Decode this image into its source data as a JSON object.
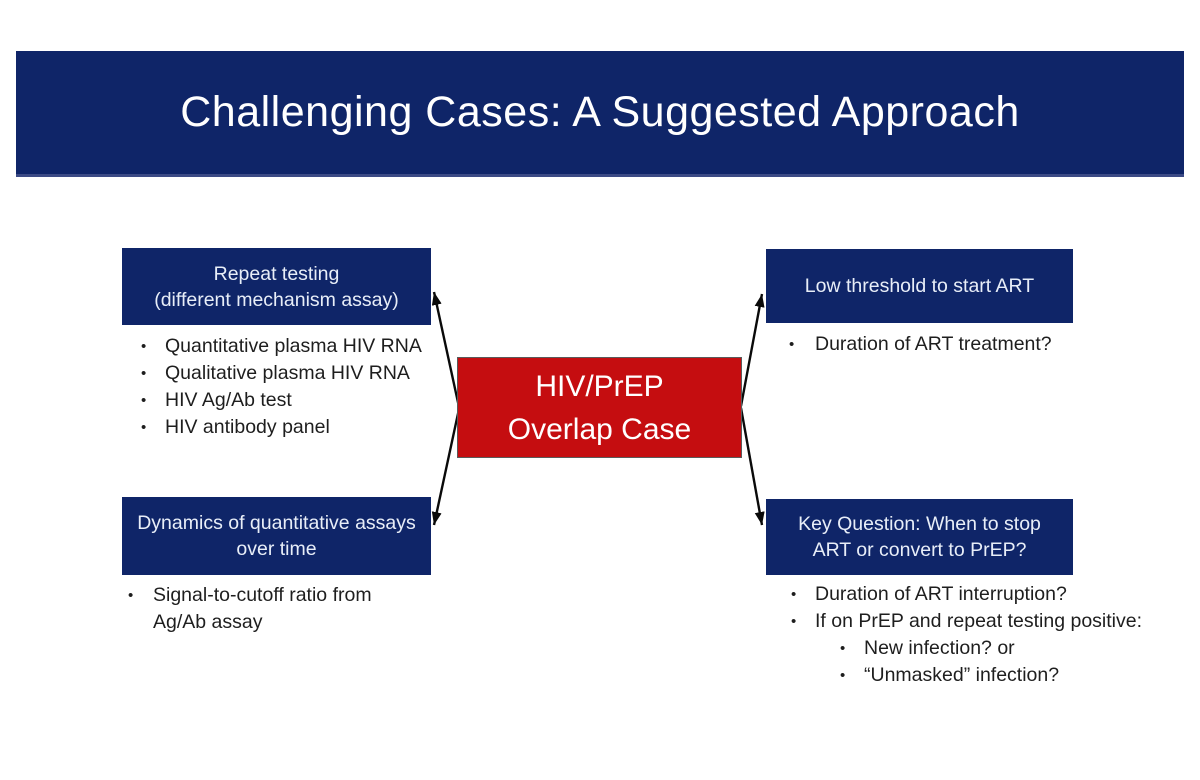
{
  "title": "Challenging Cases: A Suggested Approach",
  "center_box": {
    "line1": "HIV/PrEP",
    "line2": "Overlap Case"
  },
  "quadrants": {
    "top_left": {
      "header_line1": "Repeat testing",
      "header_line2": "(different mechanism assay)",
      "bullets": [
        "Quantitative plasma HIV RNA",
        "Qualitative plasma HIV RNA",
        "HIV Ag/Ab test",
        "HIV antibody panel"
      ]
    },
    "top_right": {
      "header_line1": "Low threshold to start ART",
      "bullets": [
        "Duration of ART treatment?"
      ]
    },
    "bottom_left": {
      "header_line1": "Dynamics of quantitative assays",
      "header_line2": "over time",
      "bullets": [
        "Signal-to-cutoff ratio from Ag/Ab assay"
      ]
    },
    "bottom_right": {
      "header_line1": "Key Question: When to stop",
      "header_line2": "ART or convert to PrEP?",
      "bullets": [
        "Duration of ART interruption?",
        "If on PrEP and repeat testing positive:"
      ],
      "sub_bullets": [
        "New infection? or",
        "“Unmasked” infection?"
      ]
    }
  },
  "glyphs": {
    "bullet": "•"
  },
  "colors": {
    "navy": "#0F2568",
    "red": "#C50D10",
    "banner_edge": "#3B4A85",
    "body_text": "#1E1E1E",
    "header_text": "#E8EEF8"
  }
}
